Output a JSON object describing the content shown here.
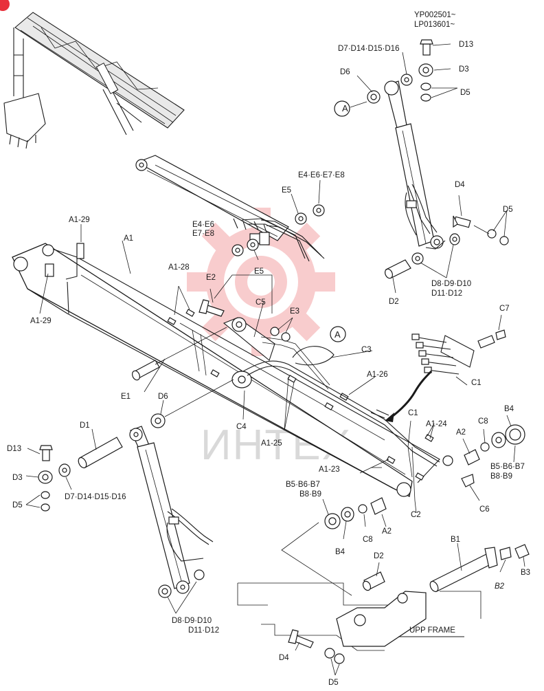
{
  "colors": {
    "ink": "#1a1a1a",
    "watermark_gear": "#f3a3a6",
    "watermark_text": "#d9d9d9",
    "corner_badge": "#e8303b"
  },
  "serial_ranges": [
    "YP002501~",
    "LP013601~"
  ],
  "watermark": "ИНТЕХ",
  "frame_label": "UPP FRAME",
  "callout_a": "A",
  "labels": {
    "d7_group_top": "D7·D14·D15·D16",
    "d13_top": "D13",
    "d3_top": "D3",
    "d6_top": "D6",
    "d5_top": "D5",
    "e4_group_top": "E4·E6·E7·E8",
    "e5_top": "E5",
    "a1_29_top": "A1-29",
    "a1": "A1",
    "e4_group_mid_1": "E4·E6",
    "e4_group_mid_2": "E7·E8",
    "e5_mid": "E5",
    "d4_right": "D4",
    "d5_right": "D5",
    "a1_28": "A1-28",
    "e2": "E2",
    "c5": "C5",
    "e3": "E3",
    "d8_right_1": "D8·D9·D10",
    "d8_right_2": "D11·D12",
    "d2_right": "D2",
    "a1_29_left": "A1-29",
    "c7": "C7",
    "c3": "C3",
    "a1_26": "A1-26",
    "c1_upper": "C1",
    "e1": "E1",
    "d6_left": "D6",
    "c4": "C4",
    "a1_25": "A1-25",
    "c1_lower": "C1",
    "a1_24": "A1-24",
    "b4_right": "B4",
    "c8_right": "C8",
    "a2_right": "A2",
    "b5_right_1": "B5·B6·B7",
    "b5_right_2": "B8·B9",
    "d1": "D1",
    "d13_left": "D13",
    "d3_left": "D3",
    "d5_left": "D5",
    "d7_group_left": "D7·D14·D15·D16",
    "a1_23": "A1-23",
    "b5_mid_1": "B5·B6·B7",
    "b5_mid_2": "B8·B9",
    "c2": "C2",
    "c6": "C6",
    "b4_mid": "B4",
    "c8_mid": "C8",
    "a2_mid": "A2",
    "d2_bottom": "D2",
    "b1": "B1",
    "b2": "B2",
    "b3": "B3",
    "d8_left_1": "D8·D9·D10",
    "d8_left_2": "D11·D12",
    "d4_bottom": "D4",
    "d5_bottom": "D5"
  }
}
